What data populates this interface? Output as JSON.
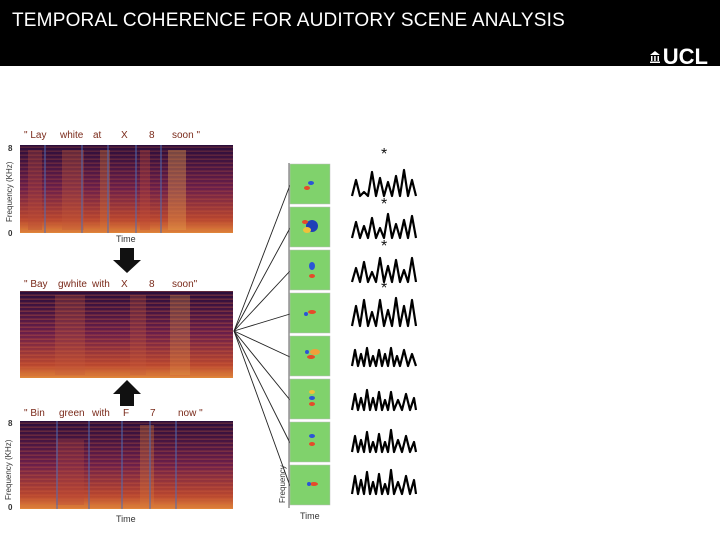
{
  "slide": {
    "title": "TEMPORAL COHERENCE FOR AUDITORY SCENE ANALYSIS",
    "logo": "UCL"
  },
  "top_spec": {
    "words": [
      "\" Lay",
      "white",
      "at",
      "X",
      "8",
      "soon \""
    ],
    "ylabel": "Frequency (KHz)",
    "ymax": "8",
    "ymin": "0",
    "xlabel": "Time"
  },
  "mix_spec": {
    "words": [
      "\" Bay",
      "gwhite",
      "with",
      "X",
      "8",
      "soon\""
    ]
  },
  "bottom_spec": {
    "words": [
      "\" Bin",
      "green",
      "with",
      "F",
      "7",
      "now \""
    ],
    "ylabel": "Frequency (KHz)",
    "ymax": "8",
    "ymin": "0",
    "xlabel": "Time"
  },
  "filters": {
    "ylabel": "Frequency",
    "xlabel": "Time",
    "marker": "*",
    "count": 8,
    "starred_count": 4
  },
  "colors": {
    "header": "#000000",
    "spectrogram_dark": "#1a0b2e",
    "spectrogram_mid": "#8a2b52",
    "spectrogram_hot": "#f2a13a",
    "filter_bg": "#7fd36a",
    "arrow": "#111111"
  }
}
